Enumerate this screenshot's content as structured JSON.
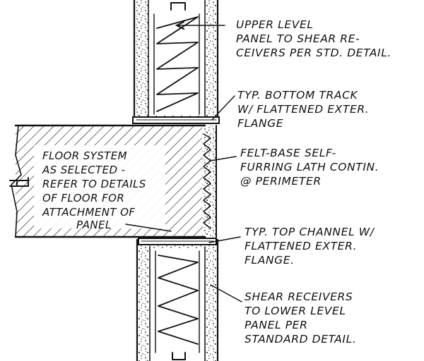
{
  "callouts": {
    "upper_panel": [
      "UPPER LEVEL",
      "PANEL TO SHEAR RE-",
      "CEIVERS PER STD. DETAIL."
    ],
    "bottom_track": [
      "TYP. BOTTOM TRACK",
      "W/ FLATTENED EXTER.",
      "FLANGE"
    ],
    "felt_base": [
      "FELT-BASE SELF-",
      "FURRING LATH CONTIN.",
      "@ PERIMETER"
    ],
    "top_channel": [
      "TYP. TOP CHANNEL W/",
      "FLATTENED EXTER.",
      "FLANGE."
    ],
    "shear_receivers": [
      "SHEAR RECEIVERS",
      "TO LOWER LEVEL",
      "PANEL PER",
      "STANDARD DETAIL."
    ]
  },
  "floor_note": [
    "FLOOR SYSTEM",
    "AS SELECTED -",
    "REFER TO DETAILS",
    "OF FLOOR FOR",
    "ATTACHMENT OF",
    "PANEL"
  ]
}
